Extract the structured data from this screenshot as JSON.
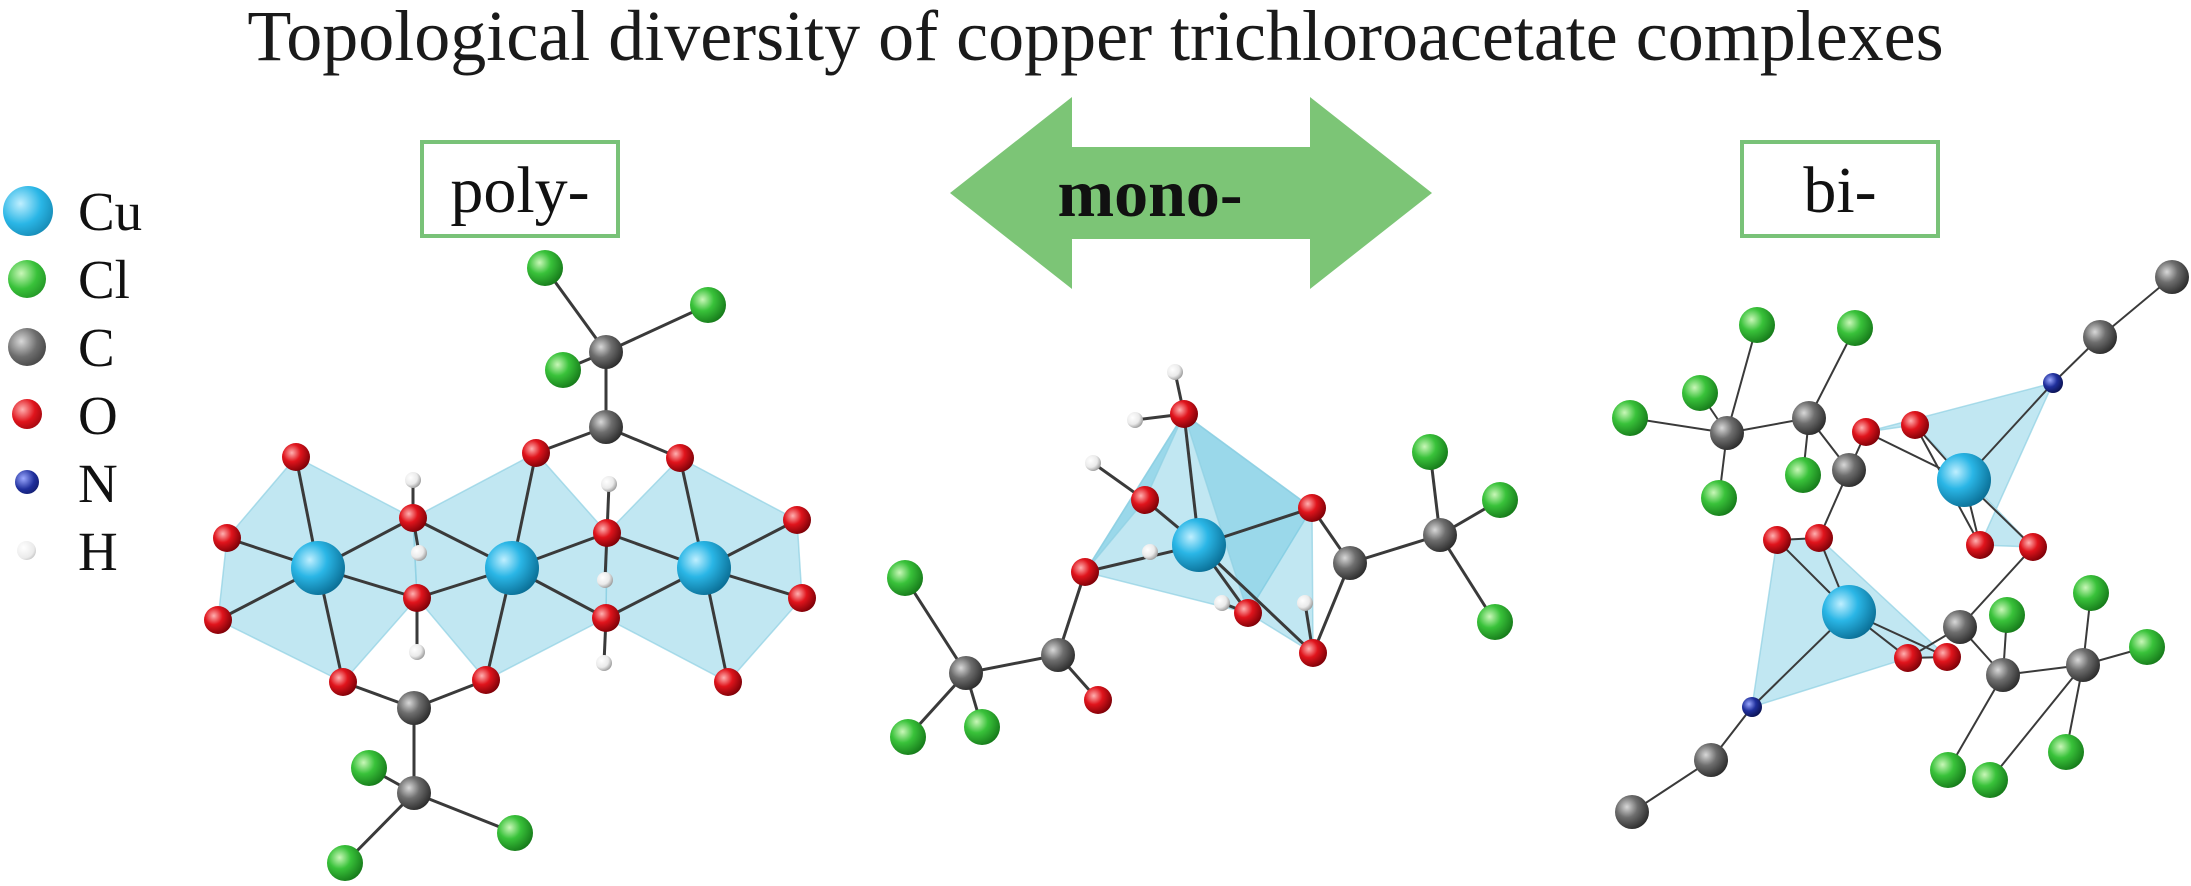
{
  "title": "Topological diversity of copper trichloroacetate complexes",
  "legend": [
    {
      "symbol": "Cu",
      "color": "#2ab6e6"
    },
    {
      "symbol": "Cl",
      "color": "#39c23a"
    },
    {
      "symbol": "C",
      "color": "#6e6e6e"
    },
    {
      "symbol": "O",
      "color": "#e0141c"
    },
    {
      "symbol": "N",
      "color": "#1f2f9c"
    },
    {
      "symbol": "H",
      "color": "#e8e8e8"
    }
  ],
  "labels": {
    "poly": "poly-",
    "mono": "mono-",
    "bi": "bi-"
  },
  "colors": {
    "arrow": "#7cc576",
    "box_border": "#79c278",
    "polyhedron": "#5bc0dc",
    "bond": "#3a3a3a"
  }
}
